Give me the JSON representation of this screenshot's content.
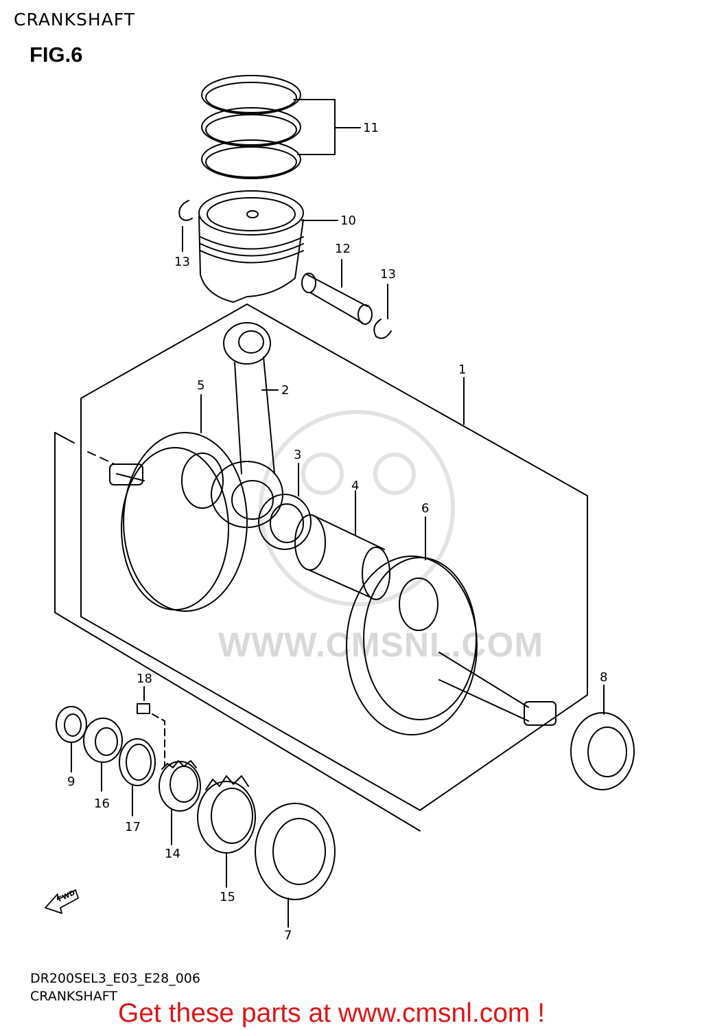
{
  "header": {
    "section_title": "CRANKSHAFT"
  },
  "figure": {
    "label": "FIG.6"
  },
  "watermark": {
    "text": "WWW.CMSNL.COM"
  },
  "callouts": [
    {
      "id": "1",
      "part": "crankshaft-assembly"
    },
    {
      "id": "2",
      "part": "connecting-rod"
    },
    {
      "id": "3",
      "part": "needle-bearing"
    },
    {
      "id": "4",
      "part": "crank-pin"
    },
    {
      "id": "5",
      "part": "crank-web-left"
    },
    {
      "id": "6",
      "part": "crank-web-right"
    },
    {
      "id": "7",
      "part": "bearing"
    },
    {
      "id": "8",
      "part": "bearing"
    },
    {
      "id": "9",
      "part": "oil-seal"
    },
    {
      "id": "10",
      "part": "piston"
    },
    {
      "id": "11",
      "part": "piston-ring-set"
    },
    {
      "id": "12",
      "part": "piston-pin"
    },
    {
      "id": "13",
      "part": "circlip"
    },
    {
      "id": "13",
      "part": "circlip"
    },
    {
      "id": "14",
      "part": "gear"
    },
    {
      "id": "15",
      "part": "gear"
    },
    {
      "id": "16",
      "part": "spacer"
    },
    {
      "id": "17",
      "part": "washer"
    },
    {
      "id": "18",
      "part": "key"
    }
  ],
  "fwd_arrow": {
    "label": "FWD"
  },
  "footer": {
    "diagram_code": "DR200SEL3_E03_E28_006",
    "title": "CRANKSHAFT",
    "promo": "Get these parts at www.cmsnl.com !"
  },
  "colors": {
    "promo": "#dd1414",
    "watermark": "#d8d8d8",
    "line": "#000000"
  }
}
